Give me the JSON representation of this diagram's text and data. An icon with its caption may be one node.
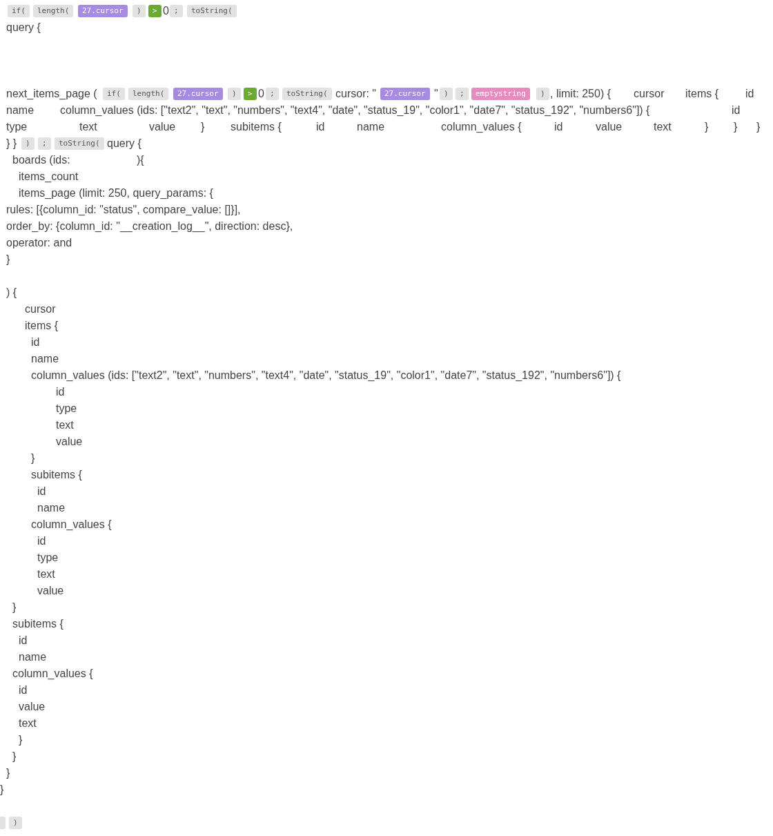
{
  "diagram": {
    "nodes": [
      {
        "text": [
          "if("
        ]
      },
      {
        "text": [
          "length("
        ]
      },
      {
        "text": [
          "27.cursor"
        ]
      },
      {
        "text": [
          ")"
        ]
      },
      {
        "text": [
          ">"
        ]
      },
      {
        "text": [
          ";"
        ]
      },
      {
        "text": [
          "toString("
        ]
      },
      {
        "text": [
          "if("
        ]
      },
      {
        "text": [
          "length("
        ]
      },
      {
        "text": [
          "27.cursor"
        ]
      },
      {
        "text": [
          ")"
        ]
      },
      {
        "text": [
          ">"
        ]
      },
      {
        "text": [
          ";"
        ]
      },
      {
        "text": [
          "toString("
        ]
      },
      {
        "text": [
          "27.cursor"
        ]
      },
      {
        "text": [
          ")"
        ]
      },
      {
        "text": [
          ";"
        ]
      },
      {
        "text": [
          "emptystring"
        ]
      },
      {
        "text": [
          ")"
        ]
      },
      {
        "text": [
          ")"
        ]
      },
      {
        "text": [
          ";"
        ]
      },
      {
        "text": [
          "toString("
        ]
      },
      {
        "text": [],
        "shape": "box"
      },
      {
        "text": [
          ")"
        ]
      }
    ],
    "labels": [
      "0",
      "query {",
      "next_items_page (",
      "0",
      "cursor: \"",
      "\"",
      ", limit: 250) {",
      "cursor",
      "items {",
      "id",
      "name",
      "column_values (ids: [\"text2\", \"text\", \"numbers\", \"text4\", \"date\", \"status_19\", \"color1\", \"date7\", \"status_192\", \"numbers6\"]) {",
      "id",
      "type",
      "text",
      "value",
      "}",
      "subitems {",
      "id",
      "name",
      "column_values {",
      "id",
      "value",
      "text",
      "}",
      "}",
      "}",
      "} }",
      "query {",
      "boards (ids:",
      "){",
      "items_count",
      "items_page (limit: 250, query_params: {",
      "rules: [{column_id: \"status\", compare_value: []}],",
      "order_by: {column_id: \"__creation_log__\", direction: desc},",
      "operator: and",
      "}",
      ") {",
      "cursor",
      "items {",
      "id",
      "name",
      "column_values (ids: [\"text2\", \"text\", \"numbers\", \"text4\", \"date\", \"status_19\", \"color1\", \"date7\", \"status_192\", \"numbers6\"]) {",
      "id",
      "type",
      "text",
      "value",
      "}",
      "subitems {",
      "id",
      "name",
      "column_values {",
      "id",
      "type",
      "text",
      "value",
      "}",
      "subitems {",
      "id",
      "name",
      "column_values {",
      "id",
      "value",
      "text",
      "}",
      "}",
      "}",
      "}"
    ]
  }
}
